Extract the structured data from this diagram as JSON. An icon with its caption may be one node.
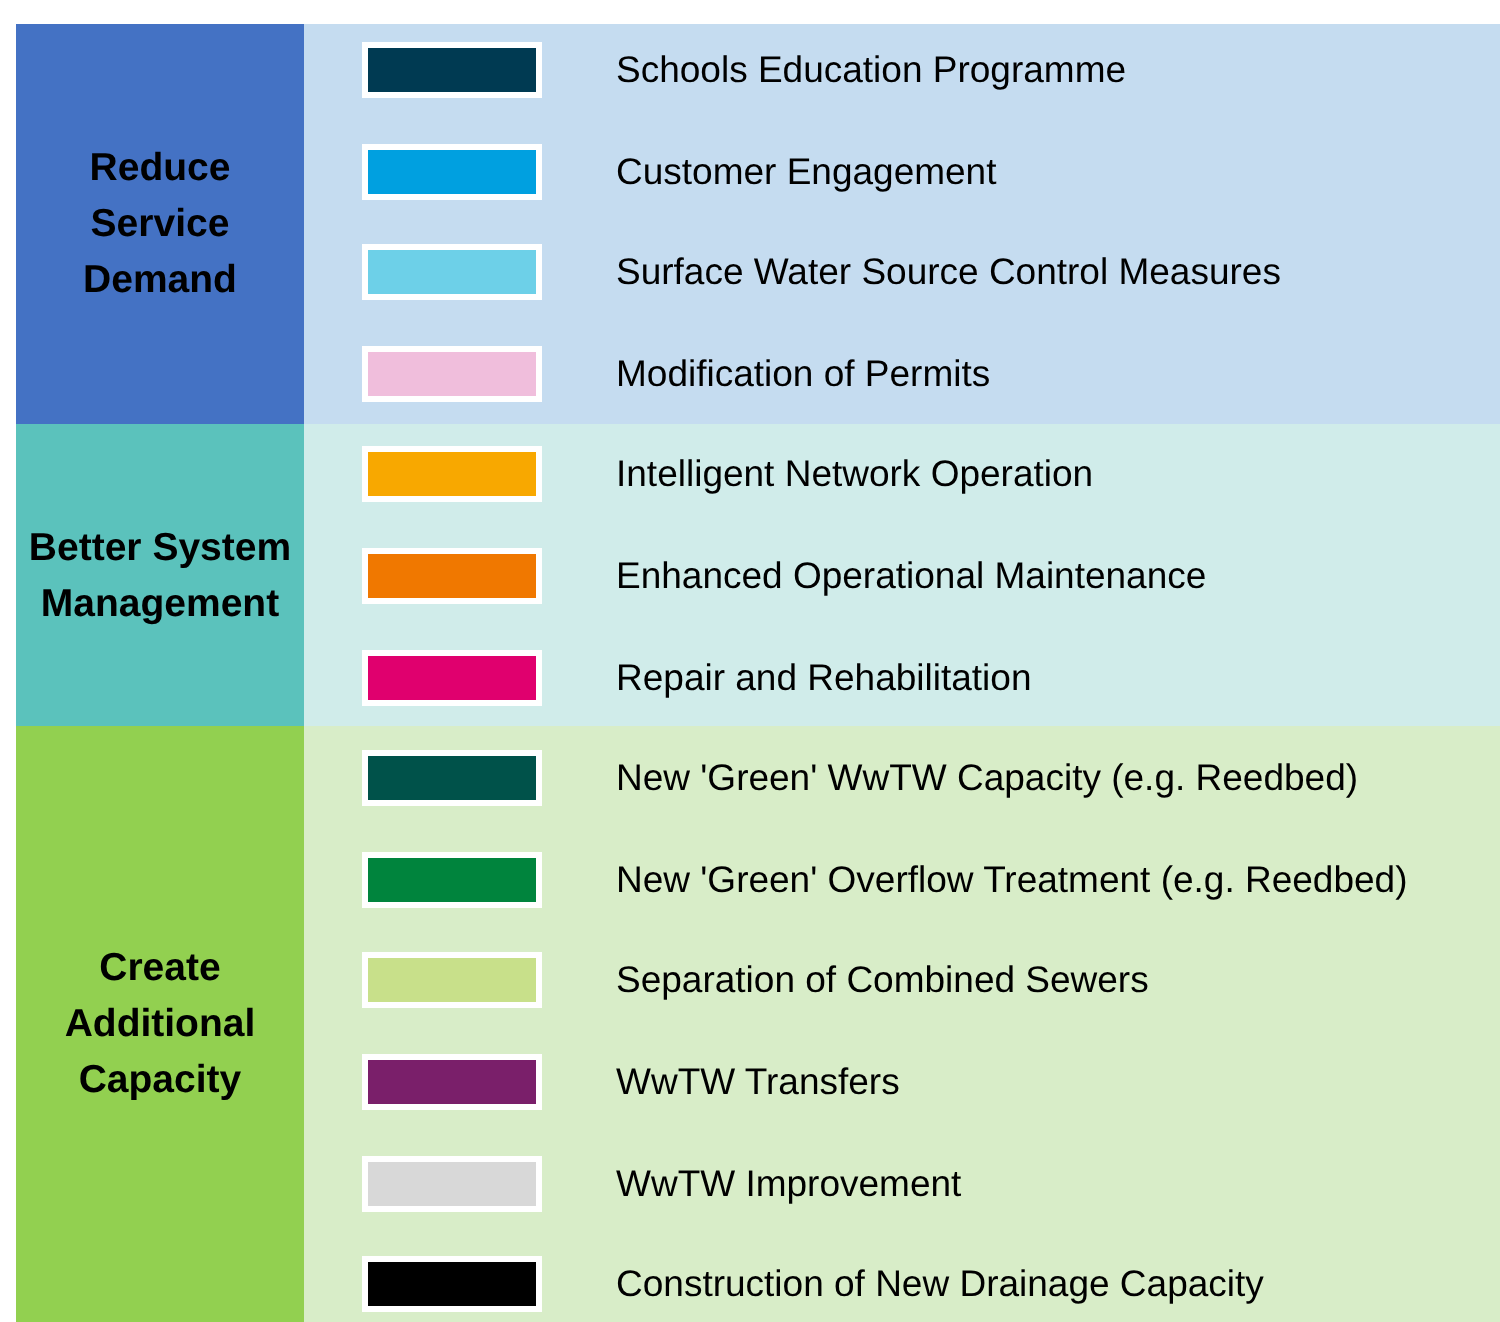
{
  "diagram": {
    "nodes": [
      {
        "text": [
          "Reduce Service Demand"
        ]
      },
      {
        "text": [
          "Better System Management"
        ]
      },
      {
        "text": [
          "Create Additional Capacity"
        ]
      }
    ],
    "legend": [
      {
        "text": "Schools Education Programme",
        "color": "#003a52"
      },
      {
        "text": "Customer Engagement",
        "color": "#00a0e0"
      },
      {
        "text": "Surface Water Source Control Measures",
        "color": "#6dd0e8"
      },
      {
        "text": "Modification of Permits",
        "color": "#f0bedc"
      },
      {
        "text": "Intelligent Network Operation",
        "color": "#f8a800"
      },
      {
        "text": "Enhanced Operational Maintenance",
        "color": "#f07800"
      },
      {
        "text": "Repair and Rehabilitation",
        "color": "#e0006e"
      },
      {
        "text": "New 'Green' WwTW Capacity (e.g. Reedbed)",
        "color": "#00524a"
      },
      {
        "text": "New 'Green' Overflow Treatment (e.g. Reedbed)",
        "color": "#00843d"
      },
      {
        "text": "Separation of Combined Sewers",
        "color": "#c8e08a"
      },
      {
        "text": "WwTW Transfers",
        "color": "#7a1f6a"
      },
      {
        "text": "WwTW Improvement",
        "color": "#d8d8d8"
      },
      {
        "text": "Construction of New Drainage Capacity",
        "color": "#000000"
      }
    ]
  }
}
